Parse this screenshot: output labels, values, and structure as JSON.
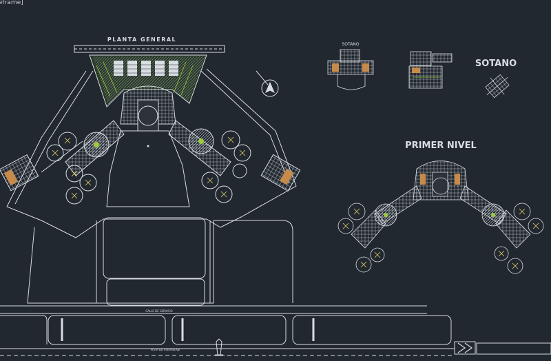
{
  "viewport": {
    "label": "eframe]"
  },
  "drawing": {
    "title_main": "PLANTA GENERAL",
    "title_basement_small": "SOTANO",
    "title_basement_large": "SOTANO",
    "title_first_level": "PRIMER NIVEL",
    "road_label": "CALLE DE SERVICIO",
    "runway_label": "PISTA DE ATERRIZAJE"
  },
  "colors": {
    "background": "#212830",
    "linework": "#d9dde2",
    "accent_green": "#9ccb3c",
    "accent_yellow": "#e6d36a",
    "accent_orange": "#c88a4a"
  }
}
